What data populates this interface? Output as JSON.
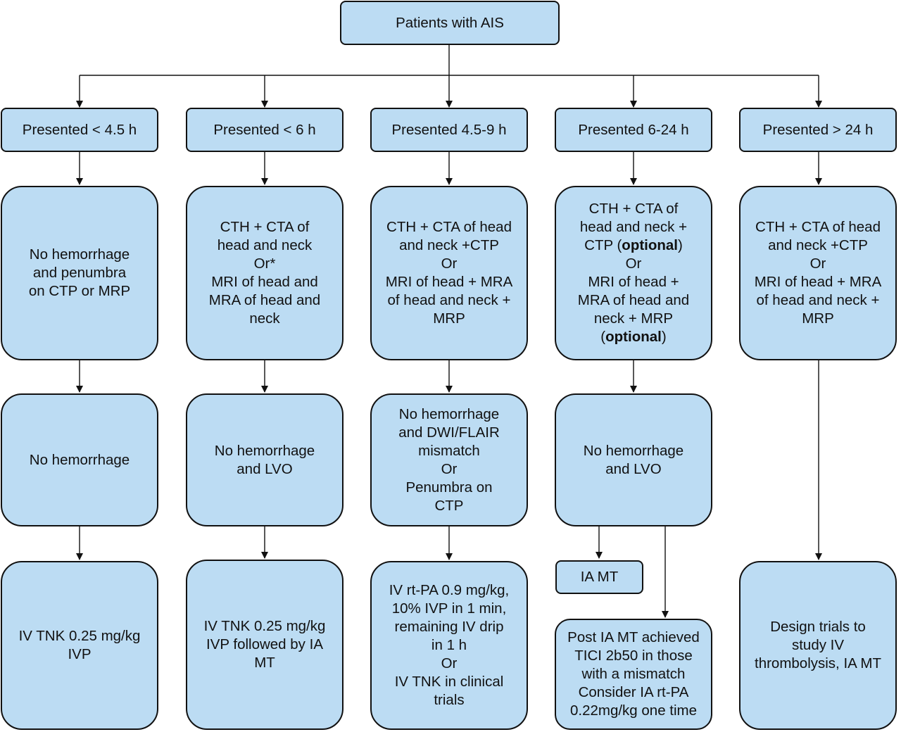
{
  "colors": {
    "box_fill": "#bcdcf3",
    "stroke": "#111111"
  },
  "root": {
    "label": "Patients with AIS"
  },
  "columns": [
    {
      "header": "Presented < 4.5 h",
      "imaging": [
        "No hemorrhage",
        "and penumbra",
        "on CTP or MRP"
      ],
      "finding": [
        "No hemorrhage"
      ],
      "treatment": [
        "IV TNK 0.25 mg/kg",
        "IVP"
      ]
    },
    {
      "header": "Presented < 6 h",
      "imaging": [
        "CTH + CTA of",
        "head and neck",
        "Or*",
        "MRI of head and",
        "MRA of head and",
        "neck"
      ],
      "finding": [
        "No hemorrhage",
        "and LVO"
      ],
      "treatment": [
        "IV TNK 0.25 mg/kg",
        "IVP followed by IA",
        "MT"
      ]
    },
    {
      "header": "Presented 4.5-9 h",
      "imaging": [
        "CTH + CTA of head",
        "and neck +CTP",
        "Or",
        "MRI of head + MRA",
        "of head and neck +",
        "MRP"
      ],
      "finding": [
        "No hemorrhage",
        "and DWI/FLAIR",
        "mismatch",
        "Or",
        "Penumbra on",
        "CTP"
      ],
      "treatment": [
        "IV rt-PA 0.9 mg/kg,",
        "10% IVP in 1 min,",
        "remaining IV drip",
        "in 1 h",
        "Or",
        "IV TNK in clinical",
        "trials"
      ]
    },
    {
      "header": "Presented 6-24 h",
      "imaging": {
        "line1": "CTH + CTA of",
        "line2": "head and neck +",
        "line3_pre": "CTP (",
        "line3_bold": "optional",
        "line3_post": ")",
        "line4": "Or",
        "line5": "MRI of head +",
        "line6": "MRA of head and",
        "line7": "neck + MRP",
        "line8_pre": "(",
        "line8_bold": "optional",
        "line8_post": ")"
      },
      "finding": [
        "No hemorrhage",
        "and LVO"
      ],
      "treatment_small": "IA MT",
      "treatment": [
        "Post IA MT achieved",
        "TICI 2b50 in those",
        "with a mismatch",
        "Consider IA rt-PA",
        "0.22mg/kg one time"
      ]
    },
    {
      "header": "Presented > 24 h",
      "imaging": [
        "CTH + CTA of head",
        "and neck +CTP",
        "Or",
        "MRI of head + MRA",
        "of head and neck +",
        "MRP"
      ],
      "treatment": [
        "Design trials to",
        "study IV",
        "thrombolysis, IA MT"
      ]
    }
  ]
}
